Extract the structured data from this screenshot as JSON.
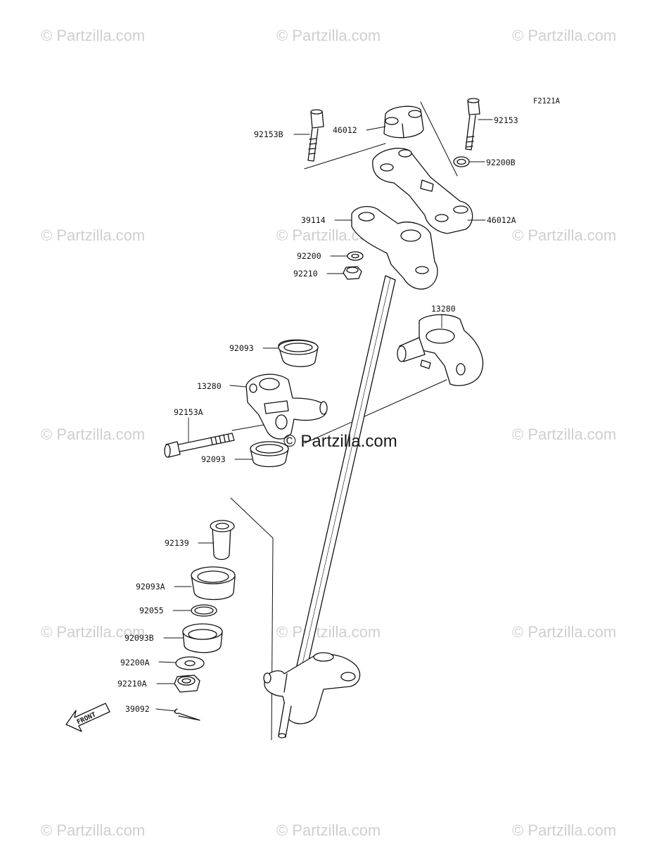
{
  "figure_code": "F2121A",
  "watermark": "© Partzilla.com",
  "center_watermark": "© Partzilla.com",
  "front_marker": "FRONT",
  "parts": [
    "92153B",
    "46012",
    "92153",
    "92200B",
    "39114",
    "46012A",
    "92200",
    "92210",
    "13280",
    "92093",
    "13280",
    "92153A",
    "92093",
    "92139",
    "92093A",
    "92055",
    "92093B",
    "92200A",
    "92210A",
    "39092"
  ]
}
